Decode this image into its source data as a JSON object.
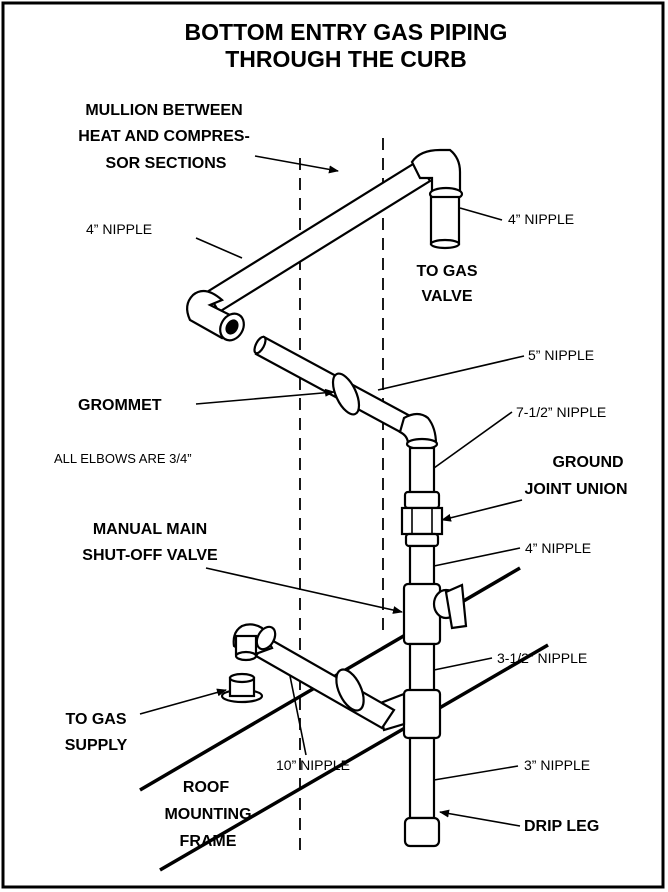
{
  "title": {
    "line1": "BOTTOM ENTRY GAS PIPING",
    "line2": "THROUGH THE CURB"
  },
  "labels": {
    "mullion_1": "MULLION BETWEEN",
    "mullion_2": "HEAT AND COMPRES-",
    "mullion_3": "SOR SECTIONS",
    "nipple_4_top_left": "4” NIPPLE",
    "nipple_4_top_right": "4” NIPPLE",
    "to_gas_valve_1": "TO GAS",
    "to_gas_valve_2": "VALVE",
    "nipple_5": "5” NIPPLE",
    "grommet": "GROMMET",
    "nipple_7_5": "7-1/2” NIPPLE",
    "elbows_note": "ALL ELBOWS ARE 3/4”",
    "ground_joint_1": "GROUND",
    "ground_joint_2": "JOINT UNION",
    "manual_valve_1": "MANUAL MAIN",
    "manual_valve_2": "SHUT-OFF VALVE",
    "nipple_4_mid": "4” NIPPLE",
    "nipple_3_5": "3-1/2” NIPPLE",
    "to_gas_supply_1": "TO GAS",
    "to_gas_supply_2": "SUPPLY",
    "nipple_10": "10” NIPPLE",
    "nipple_3": "3” NIPPLE",
    "roof_frame_1": "ROOF",
    "roof_frame_2": "MOUNTING",
    "roof_frame_3": "FRAME",
    "drip_leg": "DRIP LEG"
  }
}
